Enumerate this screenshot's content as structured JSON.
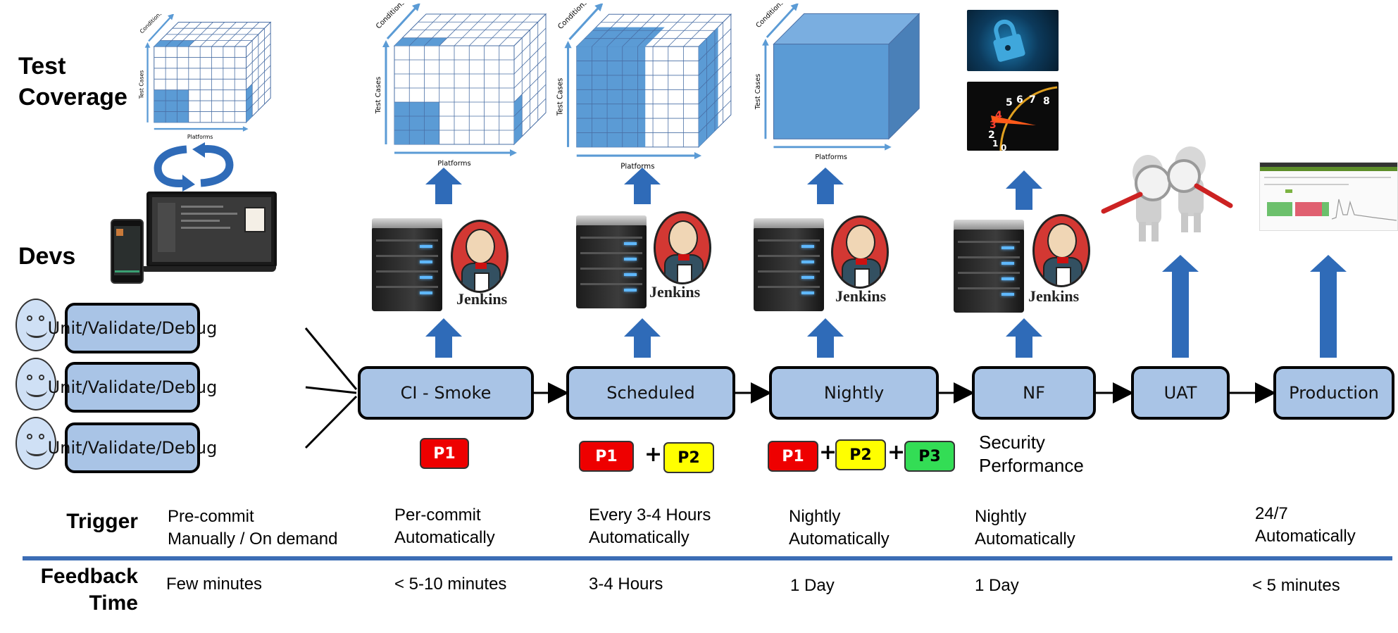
{
  "labels": {
    "test_coverage": "Test Coverage",
    "devs": "Devs",
    "trigger": "Trigger",
    "feedback_time_line1": "Feedback",
    "feedback_time_line2": "Time"
  },
  "coverage_cube": {
    "axis_conditions": "Conditions",
    "axis_test_cases": "Test Cases",
    "axis_platforms": "Platforms"
  },
  "developers": {
    "tasks": [
      "Unit/Validate/Debug",
      "Unit/Validate/Debug",
      "Unit/Validate/Debug"
    ]
  },
  "jenkins_label": "Jenkins",
  "stages": [
    {
      "id": "ci-smoke",
      "label": "CI - Smoke",
      "priorities": [
        "P1"
      ]
    },
    {
      "id": "scheduled",
      "label": "Scheduled",
      "priorities": [
        "P1",
        "P2"
      ]
    },
    {
      "id": "nightly",
      "label": "Nightly",
      "priorities": [
        "P1",
        "P2",
        "P3"
      ]
    },
    {
      "id": "nf",
      "label": "NF",
      "notes": [
        "Security",
        "Performance"
      ]
    },
    {
      "id": "uat",
      "label": "UAT"
    },
    {
      "id": "production",
      "label": "Production"
    }
  ],
  "plus_sign": "+",
  "priority_colors": {
    "P1": "#ee0000",
    "P2": "#ffff00",
    "P3": "#33dd55"
  },
  "triggers": [
    {
      "line1": "Pre-commit",
      "line2": "Manually / On demand"
    },
    {
      "line1": "Per-commit",
      "line2": "Automatically"
    },
    {
      "line1": "Every 3-4 Hours",
      "line2": "Automatically"
    },
    {
      "line1": "Nightly",
      "line2": "Automatically"
    },
    {
      "line1": "Nightly",
      "line2": "Automatically"
    },
    {
      "line1": "24/7",
      "line2": "Automatically"
    }
  ],
  "feedback_times": [
    "Few minutes",
    "< 5-10 minutes",
    "3-4 Hours",
    "1 Day",
    "1 Day",
    "< 5 minutes"
  ],
  "coverage_levels": {
    "devs": "small corner",
    "ci_smoke": "small corner",
    "scheduled": "partial",
    "nightly": "full"
  },
  "colors": {
    "stage_fill": "#a9c4e6",
    "arrow_blue": "#2f6bb8",
    "divider": "#3c6db5",
    "cube_fill": "#5b9bd5"
  },
  "gauge_numbers": [
    "0",
    "1",
    "2",
    "3",
    "4",
    "5",
    "6",
    "7",
    "8"
  ]
}
